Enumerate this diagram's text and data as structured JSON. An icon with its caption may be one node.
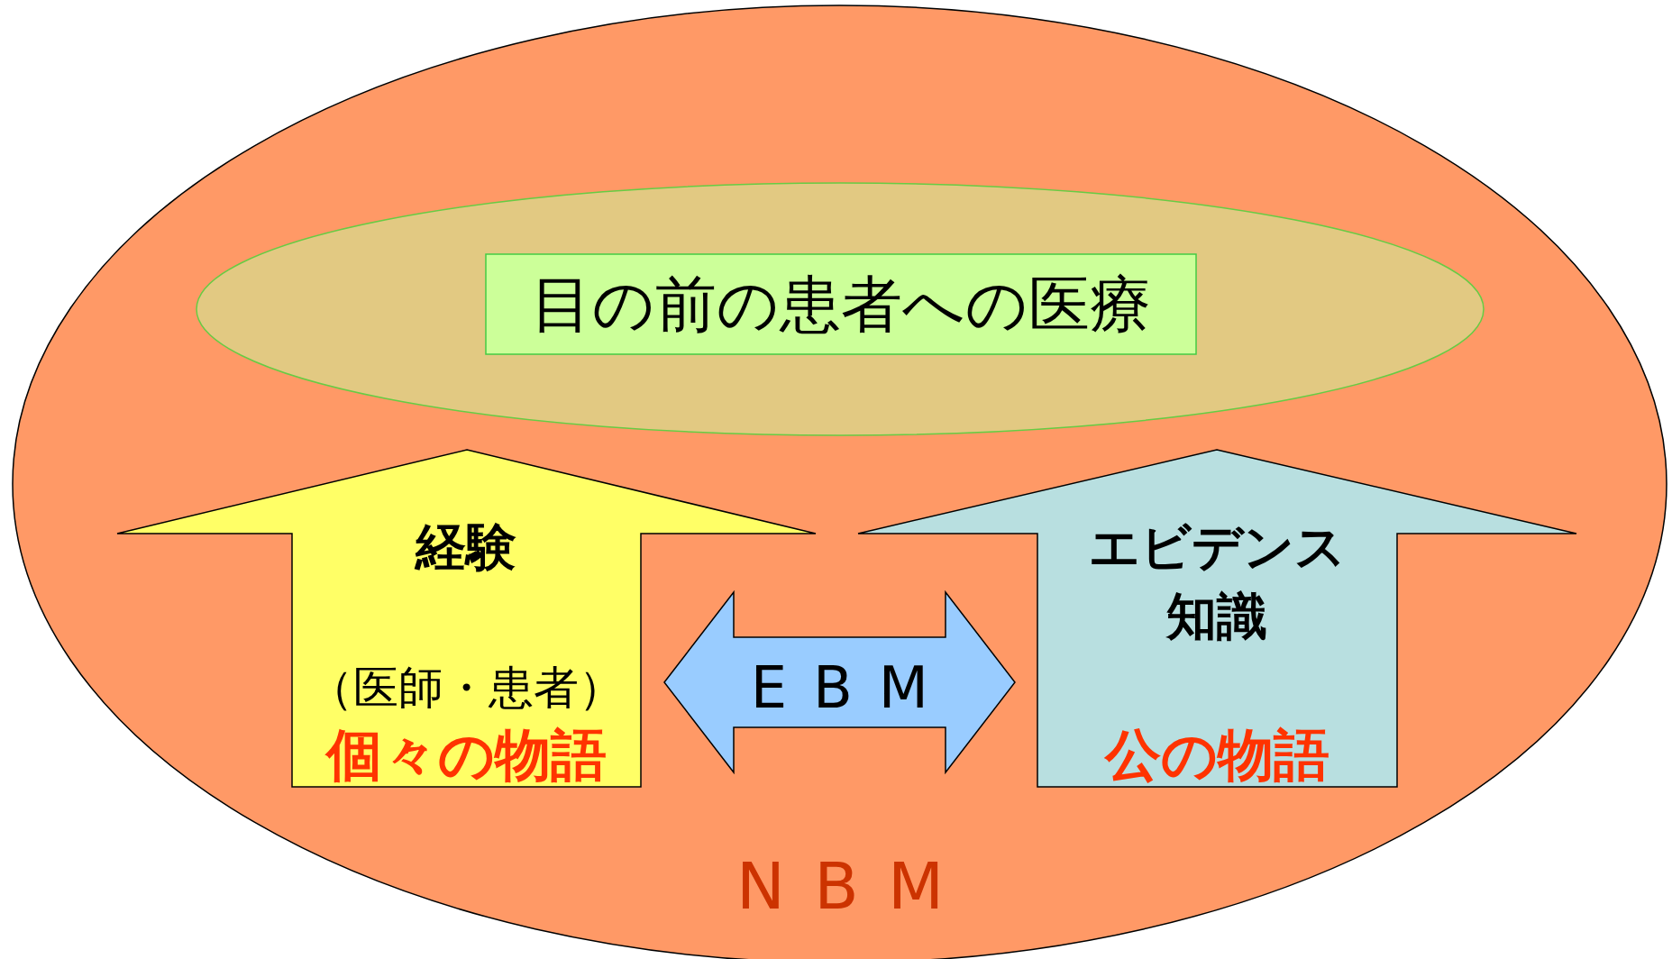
{
  "diagram": {
    "nodes": [
      {
        "text": [
          "NBM"
        ]
      },
      {
        "text": [],
        "shape": "ellipse",
        "in": 0
      },
      {
        "text": [
          "目の前の患者への医療"
        ],
        "in": 1
      },
      {
        "text": [
          "経験",
          "（医師・患者）",
          "個々の物語"
        ],
        "in": 0
      },
      {
        "text": [
          "エビデンス",
          "知識",
          "公の物語"
        ],
        "in": 0
      }
    ],
    "edges": [
      {
        "from": 3,
        "to": 4,
        "arrow": "both",
        "label": "EBM"
      }
    ]
  }
}
